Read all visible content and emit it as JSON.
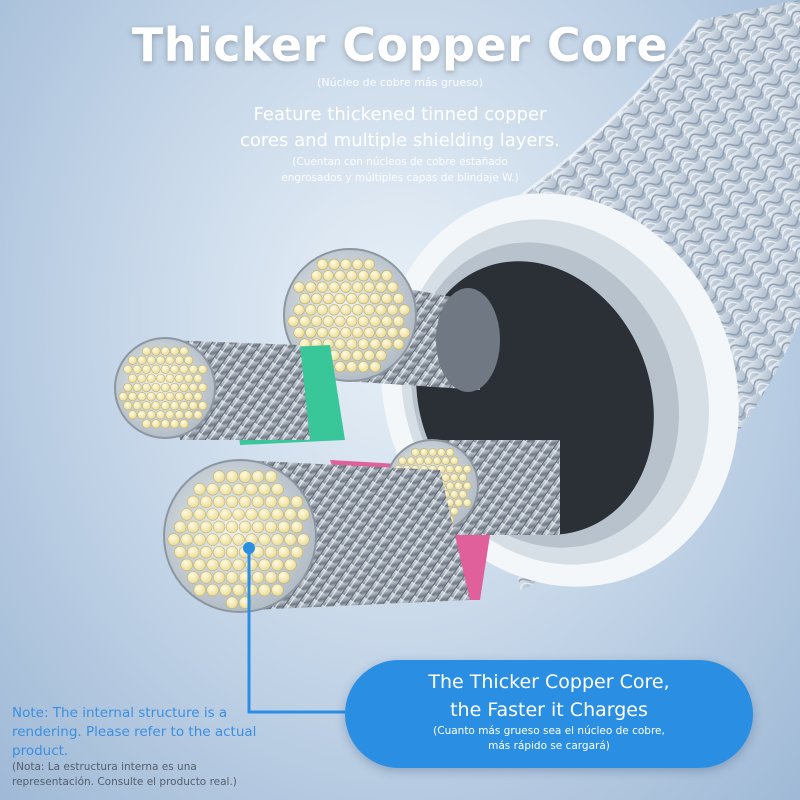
{
  "heading": {
    "title": "Thicker Copper Core",
    "title_es": "(Núcleo de cobre más grueso)"
  },
  "feature": {
    "line1": "Feature thickened tinned copper",
    "line2": "cores and multiple shielding layers.",
    "es_line1": "(Cuentan con núcleos de cobre estañado",
    "es_line2": "engrosados y múltiples capas de blindaje W.)"
  },
  "callout": {
    "line1": "The Thicker Copper Core,",
    "line2": "the Faster it Charges",
    "es_line1": "(Cuanto más grueso sea el núcleo de cobre,",
    "es_line2": "más rápido se cargará)"
  },
  "note": {
    "line1": "Note: The internal structure is a",
    "line2": "rendering. Please refer to the actual",
    "line3": "product.",
    "es_line1": "(Nota: La estructura interna es una",
    "es_line2": "representación. Consulte el producto real.)"
  },
  "colors": {
    "accent_blue": "#2a8fe3",
    "note_blue": "#3b8fe0",
    "copper_strand": "#f3e9b4",
    "wire_steel": "#a9b2bc",
    "insulation_green": "#39c79a",
    "insulation_pink": "#e0609c"
  }
}
